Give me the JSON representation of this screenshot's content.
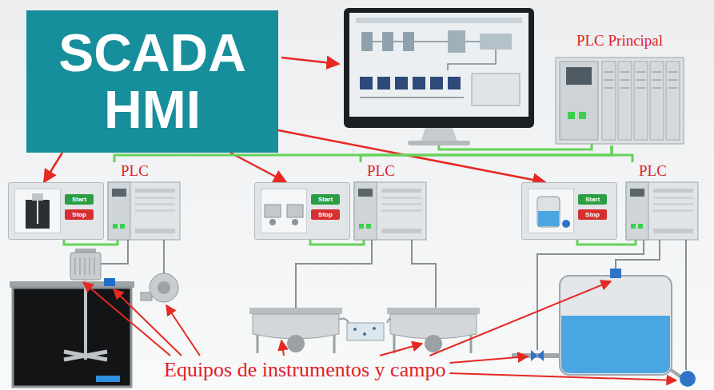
{
  "diagram": {
    "nodes": [
      {
        "text": [
          "SCADA HMI"
        ]
      },
      {
        "text": [
          "PLC Principal"
        ]
      },
      {
        "text": [
          "Start",
          "Stop"
        ]
      },
      {
        "text": [
          "PLC"
        ]
      },
      {
        "text": [
          "Start",
          "Stop"
        ]
      },
      {
        "text": [
          "PLC"
        ]
      },
      {
        "text": [
          "Start",
          "Stop"
        ]
      },
      {
        "text": [
          "PLC"
        ]
      }
    ],
    "edges": [
      {
        "from": 0,
        "to": 2,
        "arrow": "to"
      },
      {
        "from": 0,
        "to": 4,
        "arrow": "to"
      },
      {
        "from": 0,
        "to": 6,
        "arrow": "to"
      },
      {
        "from": 1,
        "to": 3,
        "arrow": "none"
      },
      {
        "from": 1,
        "to": 5,
        "arrow": "none"
      },
      {
        "from": 1,
        "to": 7,
        "arrow": "none"
      },
      {
        "from": 2,
        "to": 3,
        "arrow": "none"
      },
      {
        "from": 4,
        "to": 5,
        "arrow": "none"
      },
      {
        "from": 6,
        "to": 7,
        "arrow": "none"
      }
    ],
    "labels": [
      "Equipos de instrumentos y campo"
    ]
  }
}
